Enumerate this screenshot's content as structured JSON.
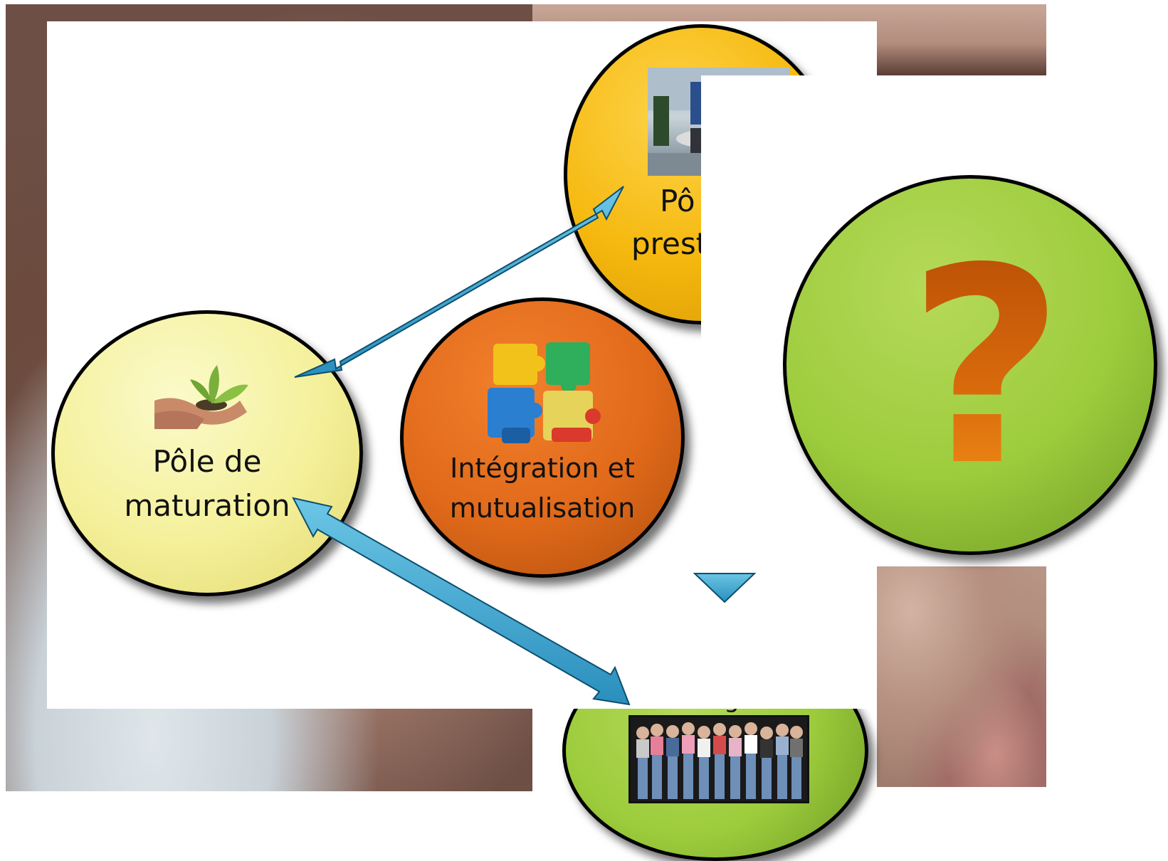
{
  "nodes": {
    "maturation": {
      "label_line1": "Pôle de",
      "label_line2": "maturation"
    },
    "integration": {
      "label_line1": "Intégration et",
      "label_line2": "mutualisation"
    },
    "prestation": {
      "label_line1": "Pô",
      "label_line2": "prest"
    },
    "partagee": {
      "label": "Partagée"
    },
    "mystery": {
      "symbol": "?"
    }
  },
  "colors": {
    "arrow": "#3fa8d0",
    "yellow_light": "#f4f09a",
    "yellow": "#f5b80e",
    "orange": "#e0691a",
    "green": "#9ccc3c",
    "question_mark": "#d96a0c"
  },
  "icons": {
    "maturation": "seedling-in-hands-icon",
    "integration": "puzzle-pieces-icon",
    "prestation": "meeting-room-photo",
    "partagee": "group-of-people-photo"
  }
}
